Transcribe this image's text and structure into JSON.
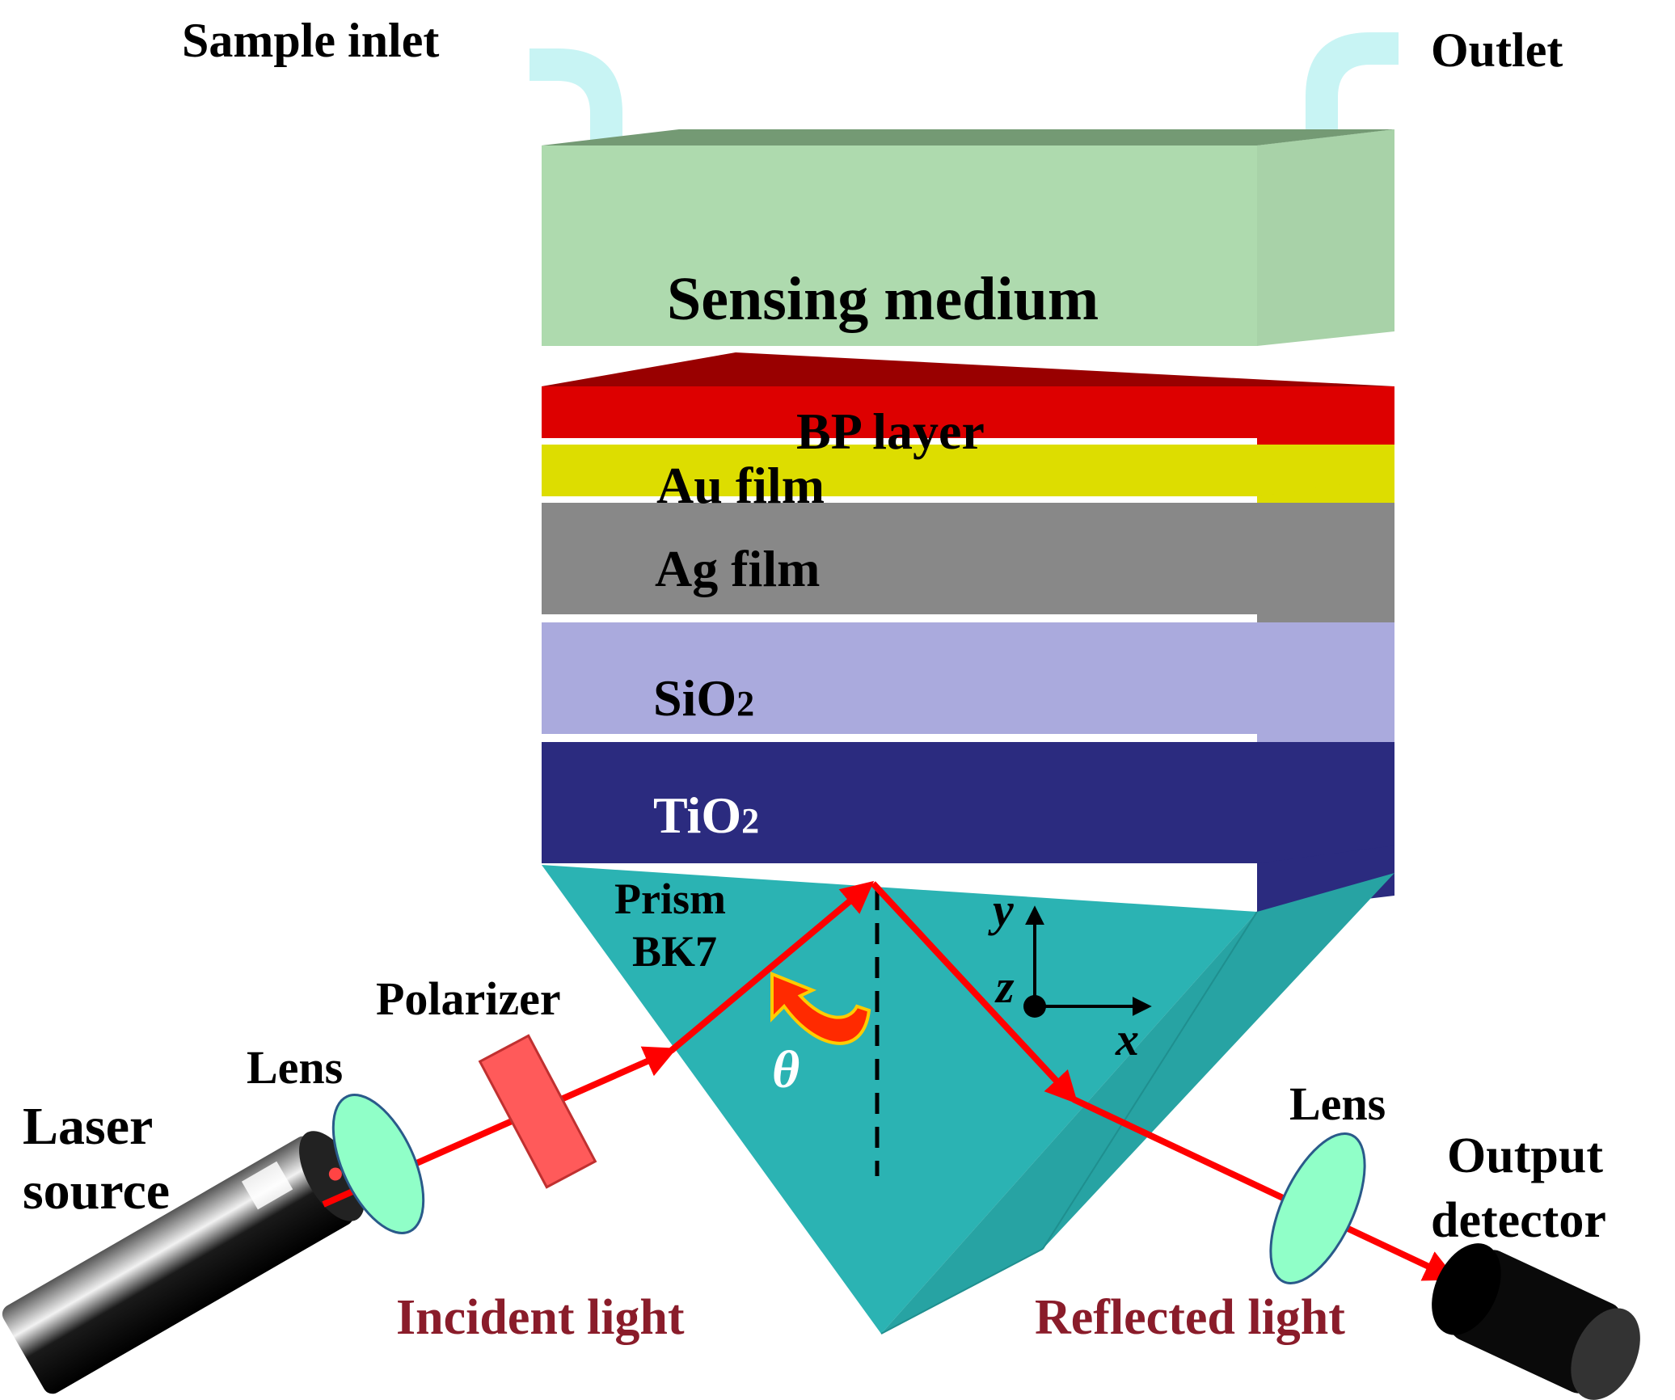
{
  "labels": {
    "sample_inlet": "Sample inlet",
    "outlet": "Outlet",
    "sensing_medium": "Sensing medium",
    "bp_layer": "BP layer",
    "au_film": "Au film",
    "ag_film": "Ag film",
    "sio2": "SiO",
    "sio2_sub": "2",
    "tio2": "TiO",
    "tio2_sub": "2",
    "prism_line1": "Prism",
    "prism_line2": "BK7",
    "polarizer": "Polarizer",
    "lens_left": "Lens",
    "lens_right": "Lens",
    "laser_line1": "Laser",
    "laser_line2": "source",
    "incident_light": "Incident light",
    "reflected_light": "Reflected light",
    "output_line1": "Output",
    "output_line2": "detector",
    "theta": "θ",
    "axis_y": "y",
    "axis_z": "z",
    "axis_x": "x"
  },
  "colors": {
    "sensing_medium": "#aedaae",
    "bp_layer": "#dd0000",
    "au_film": "#dddd00",
    "ag_film": "#888888",
    "sio2": "#aaaadd",
    "tio2": "#2b2b7f",
    "prism": "#2bb3b3",
    "beam": "#ff0000",
    "lens": "#90ffc8",
    "polarizer": "#ff5a5a",
    "tube": "#c8f4f4",
    "light_label": "#8a1c2a"
  }
}
